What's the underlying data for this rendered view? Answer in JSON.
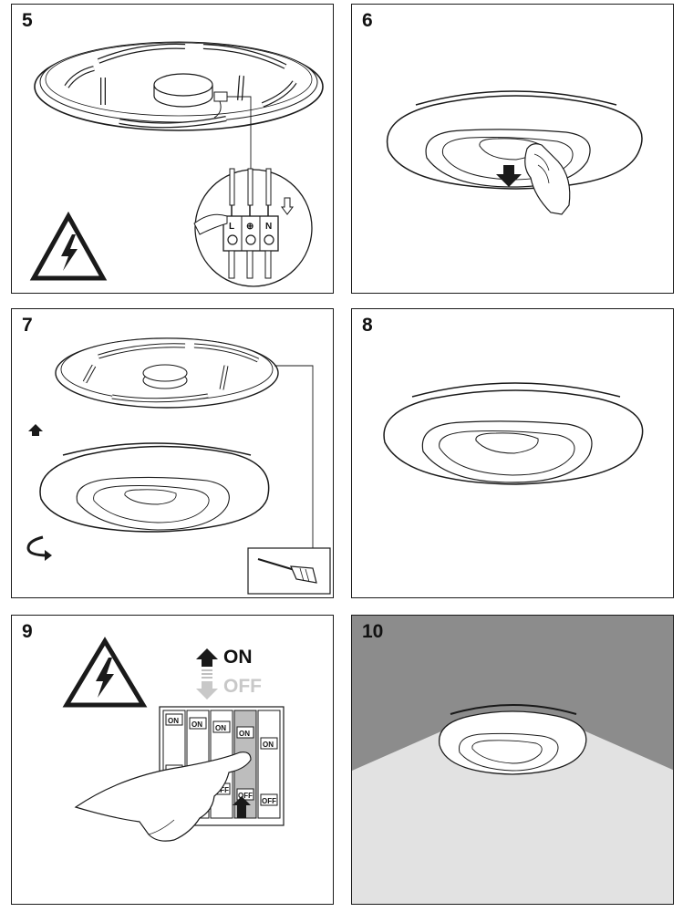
{
  "steps": [
    {
      "number": "5"
    },
    {
      "number": "6"
    },
    {
      "number": "7"
    },
    {
      "number": "8"
    },
    {
      "number": "9"
    },
    {
      "number": "10"
    }
  ],
  "terminal_labels": {
    "live": "L",
    "earth": "⊕",
    "neutral": "N"
  },
  "switch_panel": {
    "on_label": "ON",
    "off_label": "OFF",
    "switch_on": "ON",
    "switch_off": "OFF"
  },
  "icons": [
    "warning-high-voltage-icon",
    "arrow-up-icon",
    "arrow-down-icon",
    "rotate-icon",
    "screwdriver-icon"
  ],
  "colors": {
    "line": "#1a1a1a",
    "off_gray": "#c8c8c8",
    "wall_gray": "#8c8c8c",
    "light_gray": "#e2e2e2"
  }
}
